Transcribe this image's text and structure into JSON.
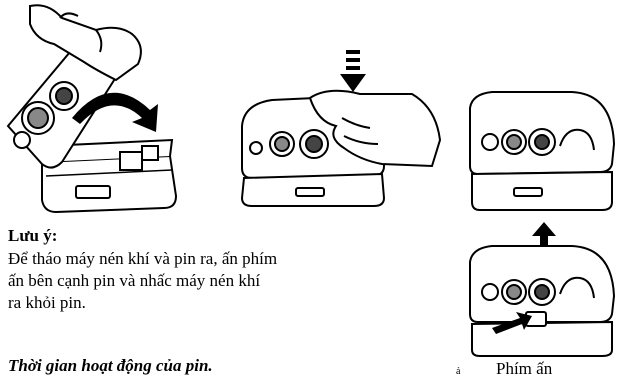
{
  "note": {
    "title": "Lưu ý:",
    "lines": [
      "Để tháo máy nén khí và pin ra, ấn phím",
      "ấn bên cạnh pin và nhấc máy nén khí",
      "ra khỏi pin."
    ]
  },
  "section_title": "Thời gian hoạt động của pin.",
  "button_label": "Phím ấn",
  "stray_mark": "ả",
  "icons": [
    "hand-icon",
    "curved-arrow-icon",
    "dashed-down-arrow-icon",
    "up-arrow-icon",
    "push-arrow-icon"
  ]
}
